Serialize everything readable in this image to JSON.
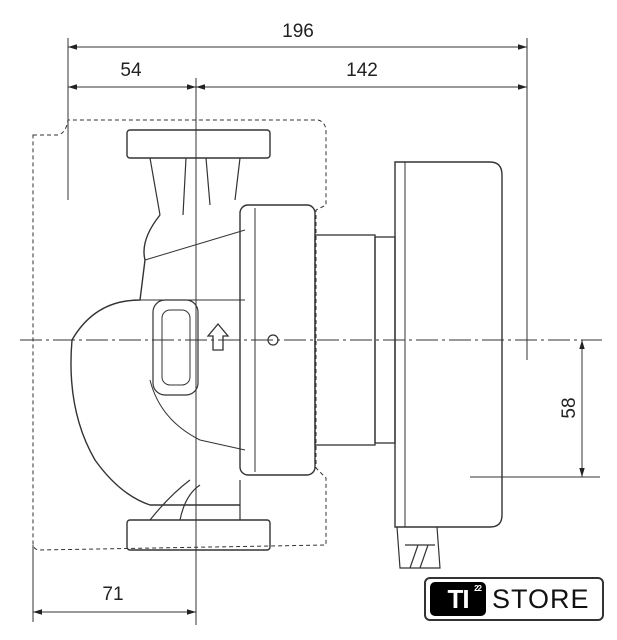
{
  "dimensions": {
    "overall_length": "196",
    "inlet_to_axis": "54",
    "axis_to_end": "142",
    "bottom_offset": "71",
    "height_below_axis": "58"
  },
  "logo": {
    "badge": "TI",
    "superscript": "22",
    "text": "STORE"
  }
}
